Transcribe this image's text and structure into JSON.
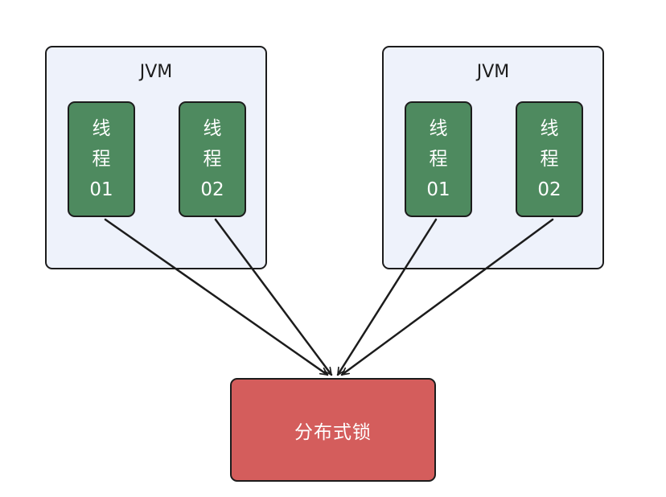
{
  "jvms": [
    {
      "title": "JVM",
      "threads": [
        {
          "line1": "线",
          "line2": "程",
          "line3": "01"
        },
        {
          "line1": "线",
          "line2": "程",
          "line3": "02"
        }
      ]
    },
    {
      "title": "JVM",
      "threads": [
        {
          "line1": "线",
          "line2": "程",
          "line3": "01"
        },
        {
          "line1": "线",
          "line2": "程",
          "line3": "02"
        }
      ]
    }
  ],
  "lock": {
    "label": "分布式锁"
  },
  "colors": {
    "jvm_fill": "#eef2fb",
    "thread_fill": "#4e8a5f",
    "lock_fill": "#d45d5c",
    "stroke": "#1c1c1c"
  }
}
